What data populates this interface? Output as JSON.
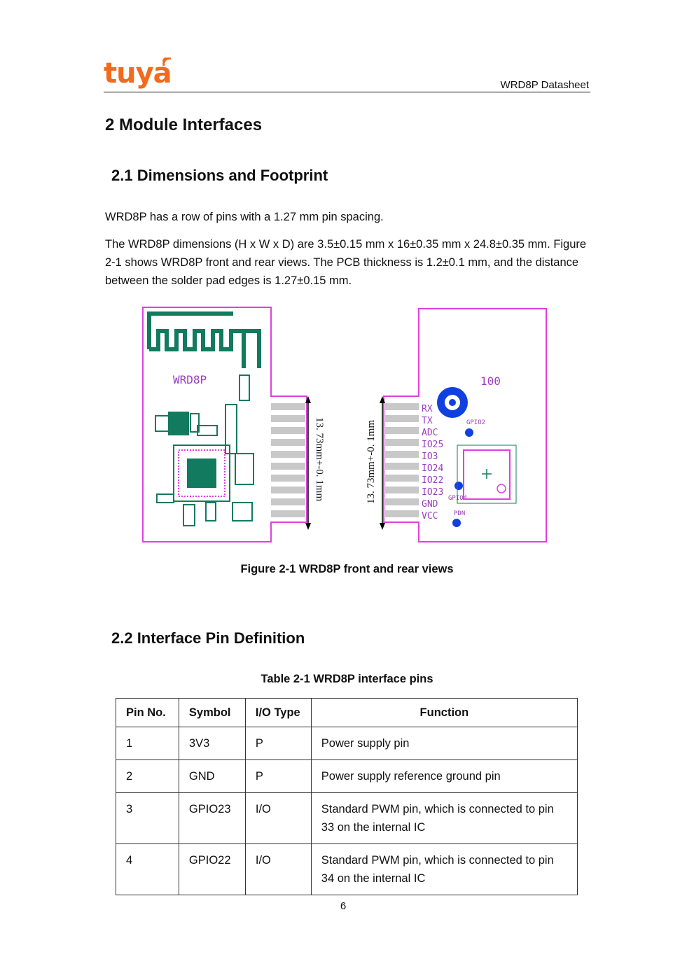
{
  "header": {
    "logo_text": "tuya",
    "doc_title": "WRD8P Datasheet"
  },
  "section": {
    "title": "2 Module Interfaces"
  },
  "subsection_1": {
    "title": "2.1 Dimensions and Footprint",
    "para1": "WRD8P has a row of pins with a 1.27 mm pin spacing.",
    "para2": "The WRD8P dimensions (H x W x D) are 3.5±0.15 mm x 16±0.35 mm x 24.8±0.35 mm. Figure 2-1 shows WRD8P front and rear views. The PCB thickness is 1.2±0.1 mm, and the distance between the solder pad edges is 1.27±0.15 mm."
  },
  "figure": {
    "front_label": "WRD8P",
    "rear_label": "100",
    "dim_label": "13. 73mm+-0. 1mm",
    "pin_labels": [
      "RX",
      "TX",
      "ADC",
      "IO25",
      "IO3",
      "IO24",
      "IO22",
      "IO23",
      "GND",
      "VCC"
    ],
    "pad_labels": [
      "GPIO2",
      "GPIO4",
      "PDN"
    ],
    "caption": "Figure 2-1 WRD8P front and rear views",
    "colors": {
      "outline": "#e040e0",
      "antenna": "#127a5e",
      "pad": "#c8c8c8",
      "blue": "#1040e0",
      "text_purple": "#9a3fc0"
    }
  },
  "subsection_2": {
    "title": "2.2 Interface Pin Definition",
    "table_caption": "Table 2-1 WRD8P interface pins",
    "columns": [
      "Pin No.",
      "Symbol",
      "I/O Type",
      "Function"
    ],
    "rows": [
      [
        "1",
        "3V3",
        "P",
        "Power supply pin"
      ],
      [
        "2",
        "GND",
        "P",
        "Power supply reference ground pin"
      ],
      [
        "3",
        "GPIO23",
        "I/O",
        "Standard PWM pin, which is connected to pin 33 on the internal IC"
      ],
      [
        "4",
        "GPIO22",
        "I/O",
        "Standard PWM pin, which is connected to pin 34 on the internal IC"
      ]
    ]
  },
  "footer": {
    "page_number": "6"
  }
}
